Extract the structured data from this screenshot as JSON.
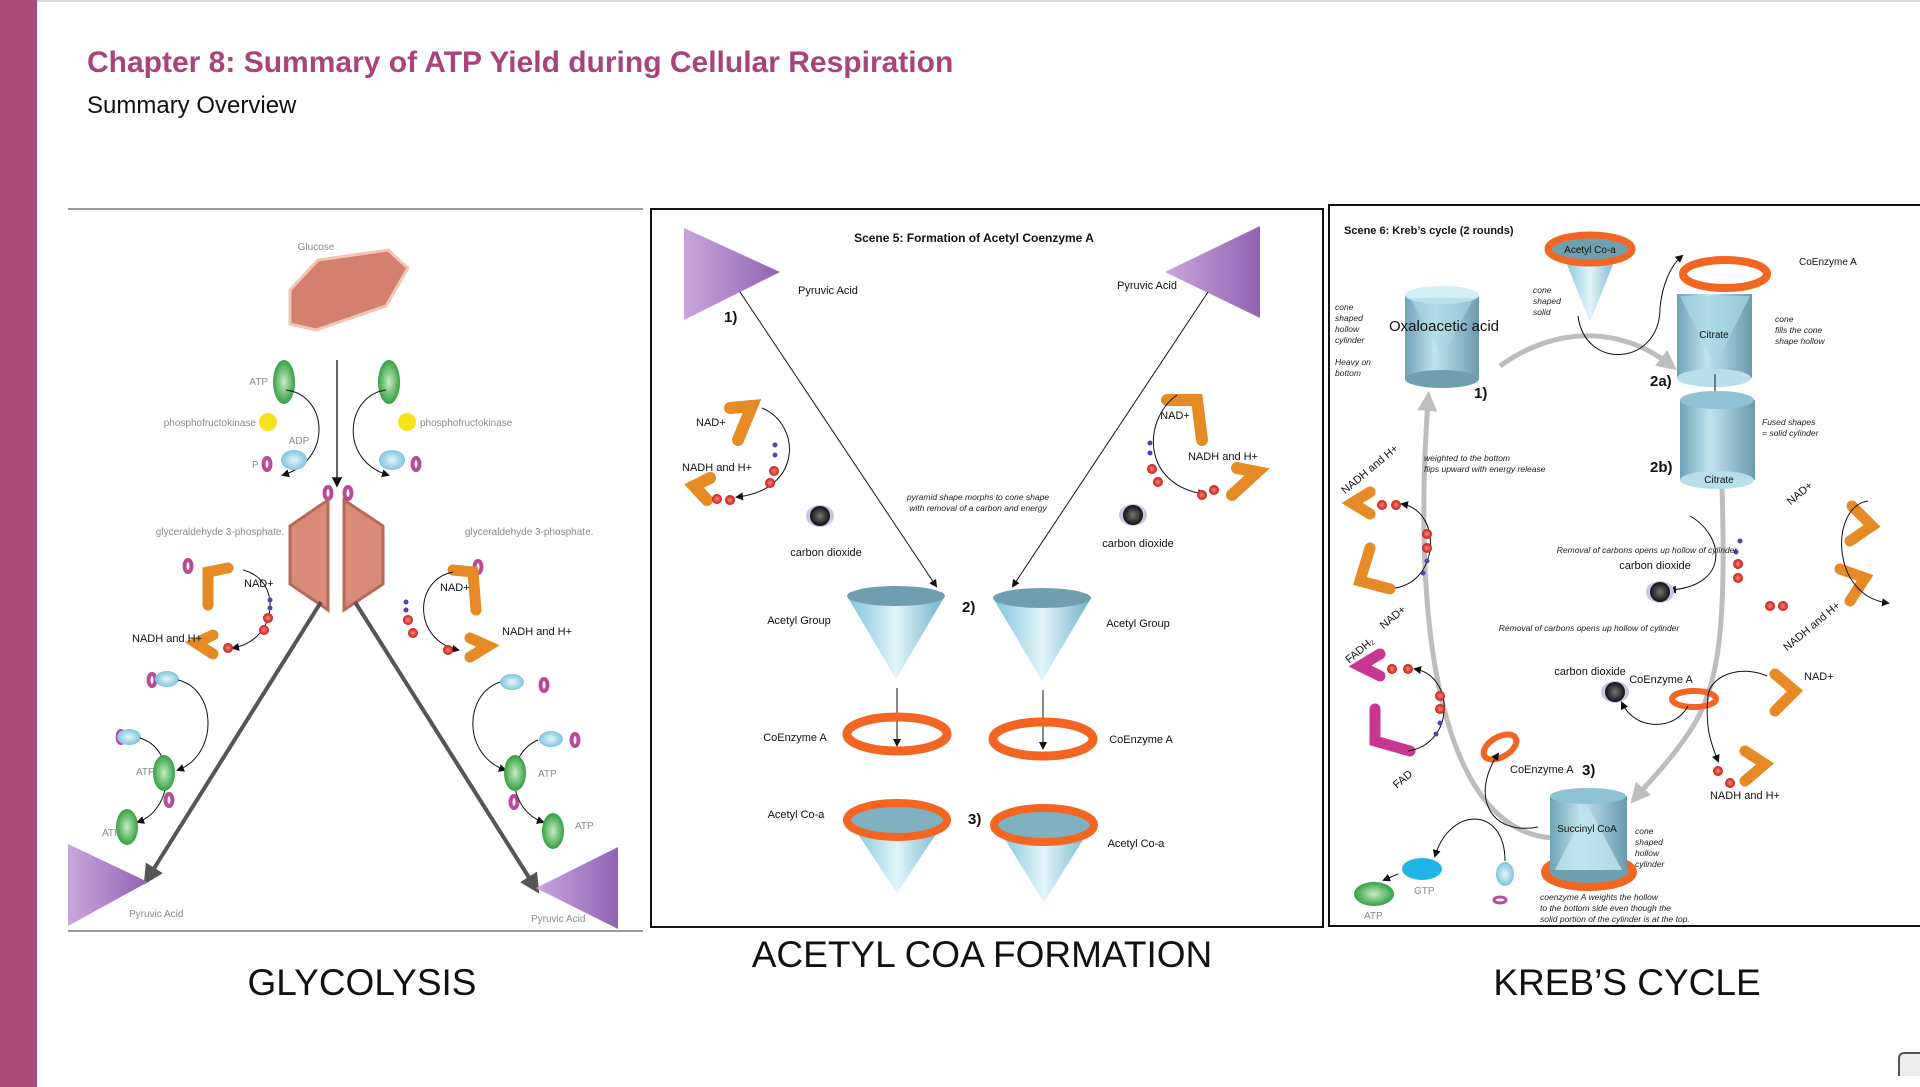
{
  "slide": {
    "title": "Chapter 8: Summary of ATP Yield during Cellular Respiration",
    "subtitle": "Summary Overview"
  },
  "colors": {
    "accent": "#a8447a",
    "sidebar": "#a84a7a",
    "carrier_orange": "#e68a25",
    "ring_orange": "#f26522",
    "pyruvic_purple": "#a77cc4",
    "cone_blue": "#8fcfe0",
    "atp_green": "#3fae49",
    "glucose_red": "#d4806e"
  },
  "glycolysis": {
    "caption": "GLYCOLYSIS",
    "glucose": "Glucose",
    "atp": "ATP",
    "adp": "ADP",
    "p": "P",
    "enzyme_left": "phosphofructokinase",
    "enzyme_right": "phosphofructokinase",
    "g3p_left": "glyceraldehyde 3-phosphate.",
    "g3p_right": "glyceraldehyde 3-phosphate.",
    "nad_left": "NAD+",
    "nad_right": "NAD+",
    "nadh_left": "NADH and H+",
    "nadh_right": "NADH and H+",
    "atp_l1": "ATP",
    "atp_l2": "ATP",
    "atp_r1": "ATP",
    "atp_r2": "ATP",
    "pyruvic_left": "Pyruvic Acid",
    "pyruvic_right": "Pyruvic Acid"
  },
  "acetyl": {
    "caption": "ACETYL COA FORMATION",
    "scene_title": "Scene 5: Formation of Acetyl Coenzyme A",
    "pyruvic_left": "Pyruvic Acid",
    "pyruvic_right": "Pyruvic Acid",
    "step1": "1)",
    "step2": "2)",
    "step3": "3)",
    "nad_left": "NAD+",
    "nadh_left": "NADH and H+",
    "nad_right": "NAD+",
    "nadh_right": "NADH and H+",
    "co2_left": "carbon dioxide",
    "co2_right": "carbon dioxide",
    "note_line1": "pyramid shape morphs to cone shape",
    "note_line2": "with removal of a carbon and energy",
    "acetyl_group_left": "Acetyl Group",
    "acetyl_group_right": "Acetyl Group",
    "coenzyme_left": "CoEnzyme A",
    "coenzyme_right": "CoEnzyme A",
    "acetylcoa_left": "Acetyl Co-a",
    "acetylcoa_right": "Acetyl Co-a"
  },
  "krebs": {
    "caption": "KREB’S CYCLE",
    "scene_title": "Scene 6: Kreb’s cycle (2 rounds)",
    "acetylcoa": "Acetyl Co-a",
    "cone_solid": [
      "cone",
      "shaped",
      "solid"
    ],
    "oxaloacetic": "Oxaloacetic acid",
    "oxalo_note": [
      "cone",
      "shaped",
      "hollow",
      "cylinder"
    ],
    "heavy_note": [
      "Heavy on",
      "bottom"
    ],
    "step1": "1)",
    "coenzyme_top": "CoEnzyme A",
    "citrate_top": "Citrate",
    "fills_note": [
      "cone",
      "fills the cone",
      "shape hollow"
    ],
    "step2a": "2a)",
    "citrate_bottom": "Citrate",
    "fused_note": [
      "Fused shapes",
      "= solid cylinder"
    ],
    "step2b": "2b)",
    "weighted_note": [
      "weighted to the bottom",
      "flips upward with energy release"
    ],
    "nadh_left": "NADH and H+",
    "nad_left": "NAD+",
    "fadh2": "FADH₂",
    "fad": "FAD",
    "removal_note_1": "Removal of carbons opens up hollow of cylinder",
    "co2_upper": "carbon dioxide",
    "removal_note_2": "Removal of carbons opens up hollow of cylinder",
    "nad_right_upper": "NAD+",
    "nadh_right_upper": "NADH and H+",
    "co2_lower": "carbon dioxide",
    "coenzyme_lower": "CoEnzyme A",
    "nad_right_lower": "NAD+",
    "nadh_right_lower": "NADH and H+",
    "coenzyme_mid": "CoEnzyme A",
    "step3": "3)",
    "succinyl": "Succinyl CoA",
    "succinyl_note": [
      "cone",
      "shaped",
      "hollow",
      "cylinder"
    ],
    "coenzyme_note": [
      "coenzyme A weights the hollow",
      "to the bottom side even though the",
      "solid portion of the cylinder is at the top."
    ],
    "gtp": "GTP",
    "atp": "ATP"
  }
}
